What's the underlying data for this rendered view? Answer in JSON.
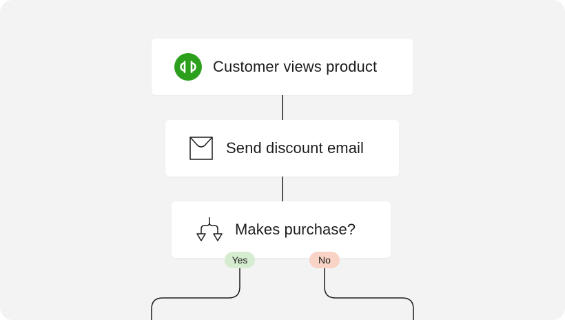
{
  "flow": {
    "steps": [
      {
        "label": "Customer views product",
        "icon": "quickbooks-logo-icon"
      },
      {
        "label": "Send discount email",
        "icon": "envelope-icon"
      },
      {
        "label": "Makes purchase?",
        "icon": "branch-split-icon"
      }
    ],
    "branches": {
      "yes": {
        "label": "Yes",
        "color": "#d6ecd0"
      },
      "no": {
        "label": "No",
        "color": "#f8d3c6"
      }
    }
  },
  "colors": {
    "background": "#f3f3f3",
    "card": "#ffffff",
    "brand_green": "#2ca01c",
    "connector": "#1c1c1c"
  }
}
